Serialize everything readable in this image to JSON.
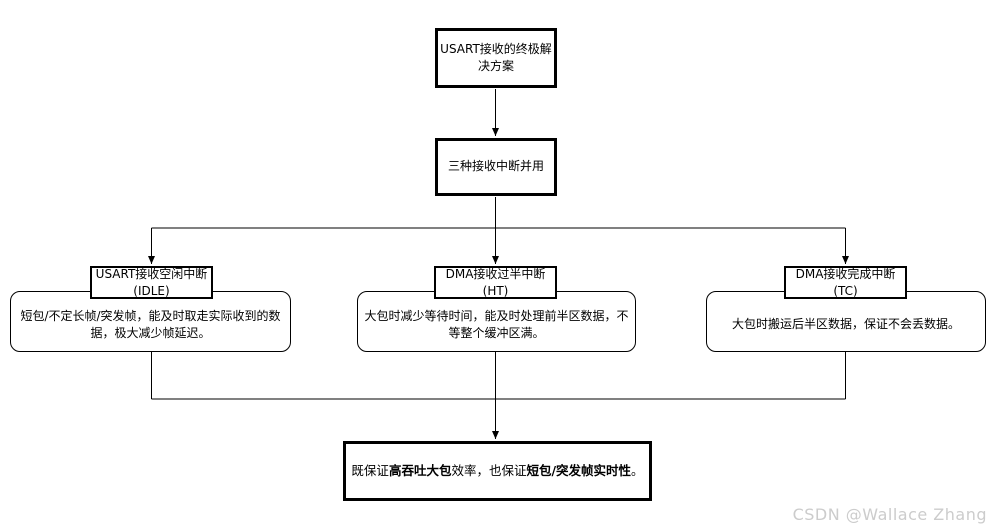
{
  "nodes": {
    "root": {
      "label": "USART接收的终极解\n决方案"
    },
    "strategy": {
      "label": "三种接收中断并用"
    },
    "idle": {
      "title": "USART接收空闲中断\n(IDLE)",
      "desc": "短包/不定长帧/突发帧，能及时取走实际收到的数据，极大减少帧延迟。"
    },
    "ht": {
      "title": "DMA接收过半中断\n(HT)",
      "desc": "大包时减少等待时间，能及时处理前半区数据，不等整个缓冲区满。"
    },
    "tc": {
      "title": "DMA接收完成中断\n(TC)",
      "desc": "大包时搬运后半区数据，保证不会丢数据。"
    },
    "conclusion": {
      "segments": [
        {
          "text": "既保证",
          "bold": false
        },
        {
          "text": "高吞吐大包",
          "bold": true
        },
        {
          "text": "效率，也保证",
          "bold": false
        },
        {
          "text": "短包/突发帧实时性",
          "bold": true
        },
        {
          "text": "。",
          "bold": false
        }
      ]
    }
  },
  "watermark": {
    "text": "CSDN @Wallace Zhang"
  },
  "colors": {
    "line": "#000000",
    "border": "#000000",
    "background": "#ffffff",
    "watermark": "#cccccc"
  }
}
